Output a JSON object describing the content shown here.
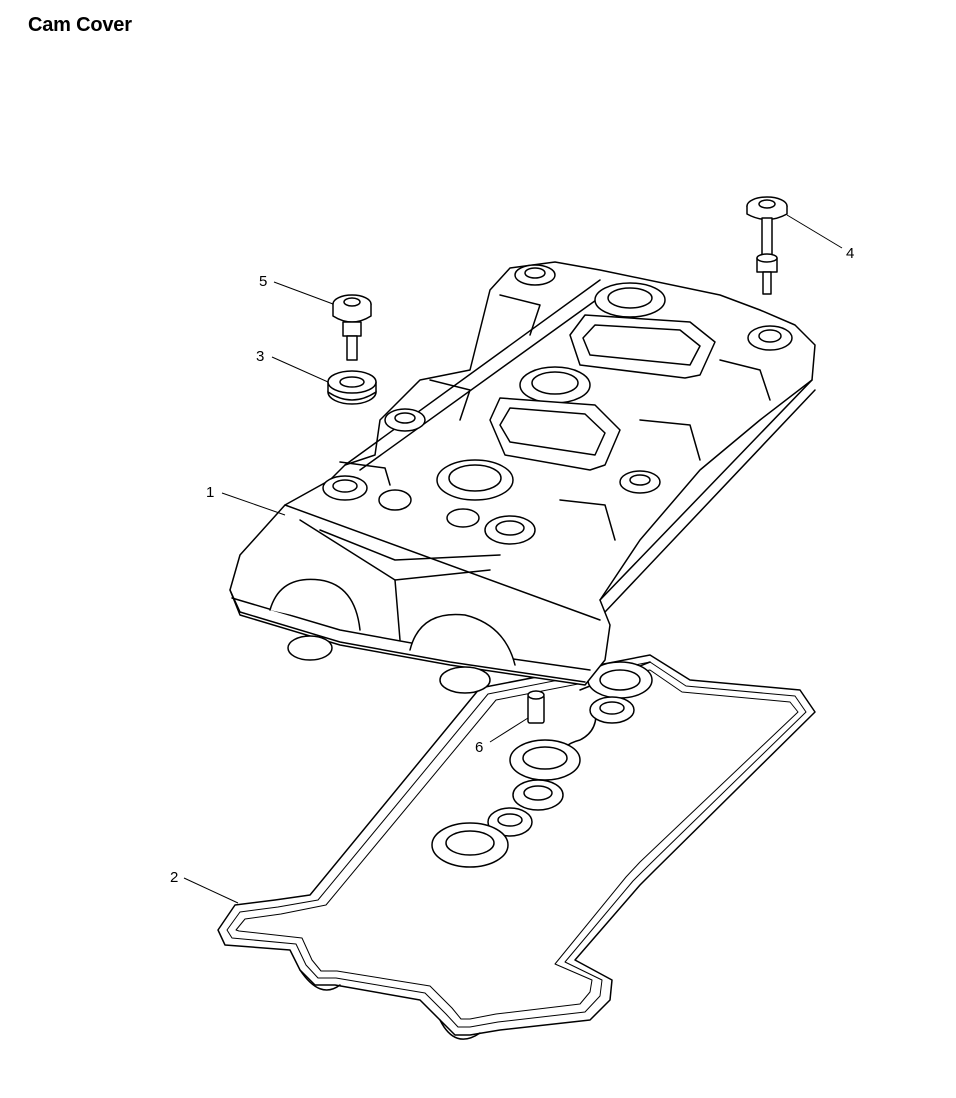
{
  "title": "Cam Cover",
  "callouts": [
    {
      "id": "1",
      "label": "1"
    },
    {
      "id": "2",
      "label": "2"
    },
    {
      "id": "3",
      "label": "3"
    },
    {
      "id": "4",
      "label": "4"
    },
    {
      "id": "5",
      "label": "5"
    },
    {
      "id": "6",
      "label": "6"
    }
  ]
}
